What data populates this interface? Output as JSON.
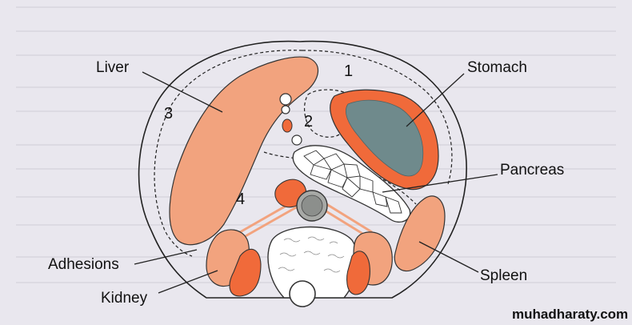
{
  "labels": {
    "liver": "Liver",
    "stomach": "Stomach",
    "pancreas": "Pancreas",
    "adhesions": "Adhesions",
    "kidney": "Kidney",
    "spleen": "Spleen"
  },
  "space_numbers": [
    "1",
    "2",
    "3",
    "4"
  ],
  "watermark": "muhadharaty.com",
  "colors": {
    "background": "#e9e7ee",
    "organ_light": "#f2a37e",
    "organ_dark": "#f06a3a",
    "stomach_mucosa": "#6f8a8c",
    "outline": "#222222"
  }
}
